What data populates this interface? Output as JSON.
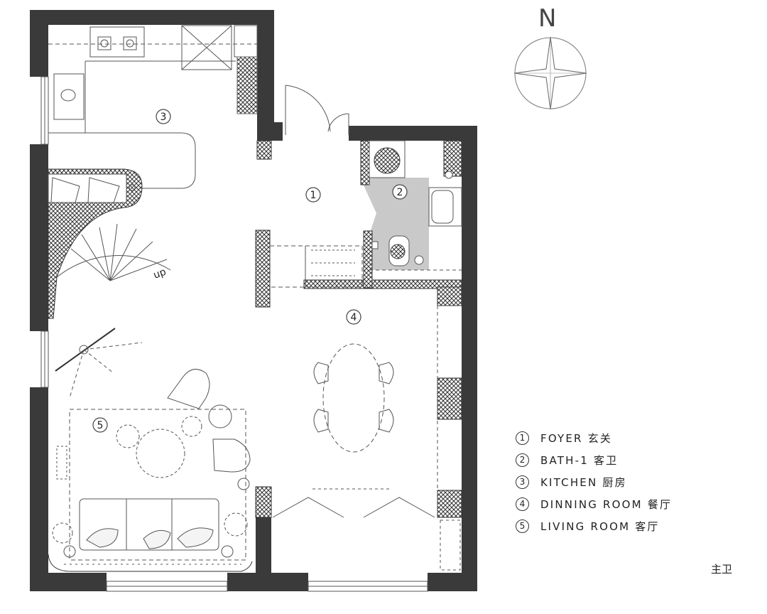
{
  "compass": {
    "letter": "N"
  },
  "rooms": [
    {
      "num": "1",
      "label": "FOYER 玄关"
    },
    {
      "num": "2",
      "label": "BATH-1 客卫"
    },
    {
      "num": "3",
      "label": "KITCHEN 厨房"
    },
    {
      "num": "4",
      "label": "DINNING ROOM 餐厅"
    },
    {
      "num": "5",
      "label": "LIVING ROOM 客厅"
    }
  ],
  "stairs_label": "up",
  "corner_note": "主卫",
  "colors": {
    "wall": "#3a3a3a",
    "bath_floor": "#c9c9c9",
    "line": "#444444"
  }
}
